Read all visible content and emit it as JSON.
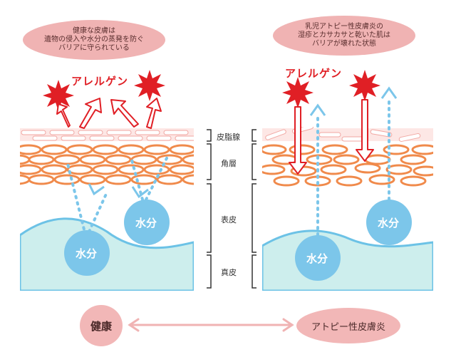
{
  "healthy": {
    "bubble_lines": [
      "健康な皮膚は",
      "遺物の侵入や水分の蒸発を防ぐ",
      "バリアに守られている"
    ],
    "allergen_label": "アレルゲン",
    "water_label_1": "水分",
    "water_label_2": "水分"
  },
  "atopic": {
    "bubble_lines": [
      "乳児アトピー性皮膚炎の",
      "湿疹とカサカサと乾いた肌は",
      "バリアが壊れた状態"
    ],
    "allergen_label": "アレルゲン",
    "water_label_1": "水分",
    "water_label_2": "水分"
  },
  "layers": [
    "皮脂腺",
    "角層",
    "表皮",
    "真皮"
  ],
  "bottom": {
    "left_label": "健康",
    "right_label": "アトピー性皮膚炎"
  },
  "colors": {
    "allergen": "#e01f25",
    "cell": "#f08a4b",
    "water": "#7cc6ea",
    "dermis": "#cdeeed",
    "bubble": "#f0b3b3"
  }
}
